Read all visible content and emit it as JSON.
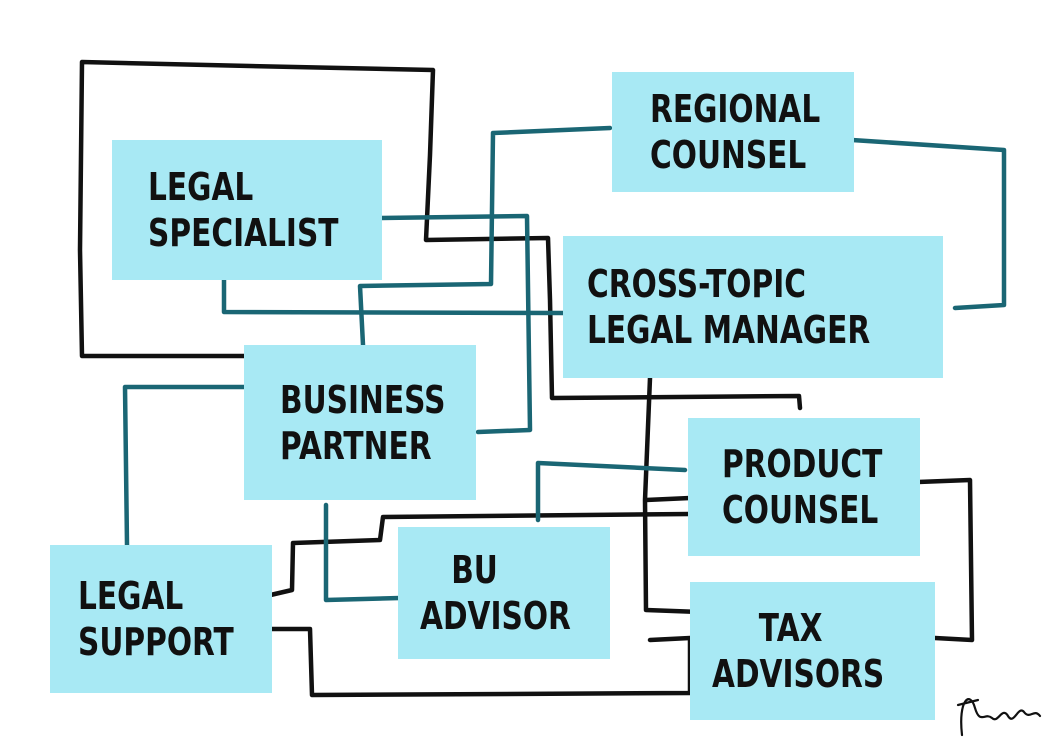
{
  "diagram": {
    "nodes": [
      {
        "id": "legal-specialist",
        "lines": [
          "LEGAL",
          "SPECIALIST"
        ]
      },
      {
        "id": "regional-counsel",
        "lines": [
          "REGIONAL",
          "COUNSEL"
        ]
      },
      {
        "id": "cross-topic-legal-manager",
        "lines": [
          "CROSS-TOPIC",
          "LEGAL MANAGER"
        ]
      },
      {
        "id": "business-partner",
        "lines": [
          "BUSINESS",
          "PARTNER"
        ]
      },
      {
        "id": "product-counsel",
        "lines": [
          "PRODUCT",
          "COUNSEL"
        ]
      },
      {
        "id": "legal-support",
        "lines": [
          "LEGAL",
          "SUPPORT"
        ]
      },
      {
        "id": "bu-advisor",
        "lines": [
          "BU",
          "ADVISOR"
        ]
      },
      {
        "id": "tax-advisors",
        "lines": [
          "TAX",
          "ADVISORS"
        ]
      }
    ],
    "connector_colors": {
      "black": "#111111",
      "teal": "#1a6674"
    },
    "box_color": "#a8e9f4",
    "signature": "Frohan"
  }
}
